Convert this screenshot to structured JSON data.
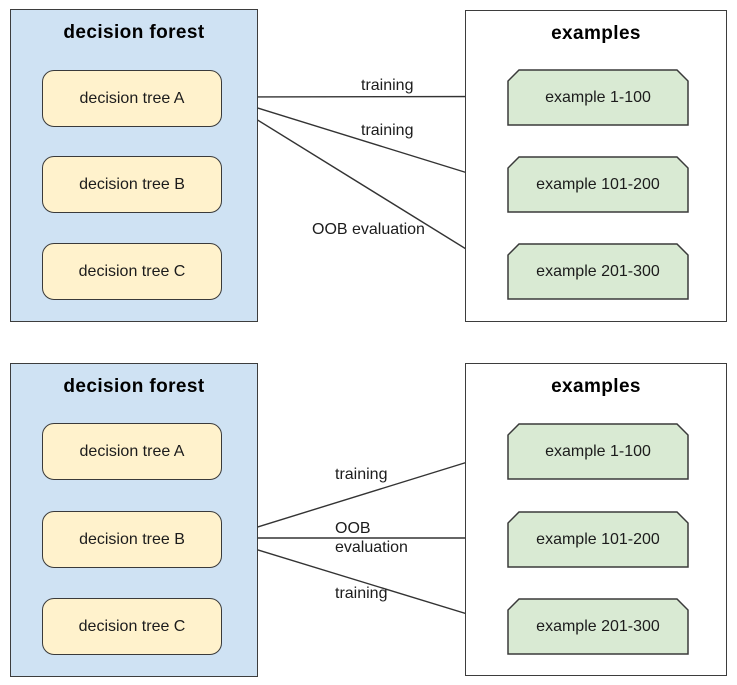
{
  "colors": {
    "forest_panel_fill": "#cfe2f3",
    "tree_node_fill": "#fff2cc",
    "example_node_fill": "#d9ead3",
    "panel_border": "#3d3d3d",
    "node_border": "#3a3a3a",
    "arrow": "#333333",
    "text": "#1c1c1c"
  },
  "diagrams": [
    {
      "forest_title": "decision forest",
      "trees": [
        {
          "label": "decision tree A"
        },
        {
          "label": "decision tree B"
        },
        {
          "label": "decision tree C"
        }
      ],
      "examples_title": "examples",
      "examples": [
        {
          "label": "example 1-100"
        },
        {
          "label": "example 101-200"
        },
        {
          "label": "example 201-300"
        }
      ],
      "arrows": [
        {
          "from": "decision tree A",
          "to": "example 1-100",
          "lines": [
            "training"
          ]
        },
        {
          "from": "decision tree A",
          "to": "example 101-200",
          "lines": [
            "training"
          ]
        },
        {
          "from": "decision tree A",
          "to": "example 201-300",
          "lines": [
            "OOB evaluation"
          ]
        }
      ]
    },
    {
      "forest_title": "decision forest",
      "trees": [
        {
          "label": "decision tree A"
        },
        {
          "label": "decision tree B"
        },
        {
          "label": "decision tree C"
        }
      ],
      "examples_title": "examples",
      "examples": [
        {
          "label": "example 1-100"
        },
        {
          "label": "example 101-200"
        },
        {
          "label": "example 201-300"
        }
      ],
      "arrows": [
        {
          "from": "decision tree B",
          "to": "example 1-100",
          "lines": [
            "training"
          ]
        },
        {
          "from": "decision tree B",
          "to": "example 101-200",
          "lines": [
            "OOB",
            "evaluation"
          ]
        },
        {
          "from": "decision tree B",
          "to": "example 201-300",
          "lines": [
            "training"
          ]
        }
      ]
    }
  ]
}
